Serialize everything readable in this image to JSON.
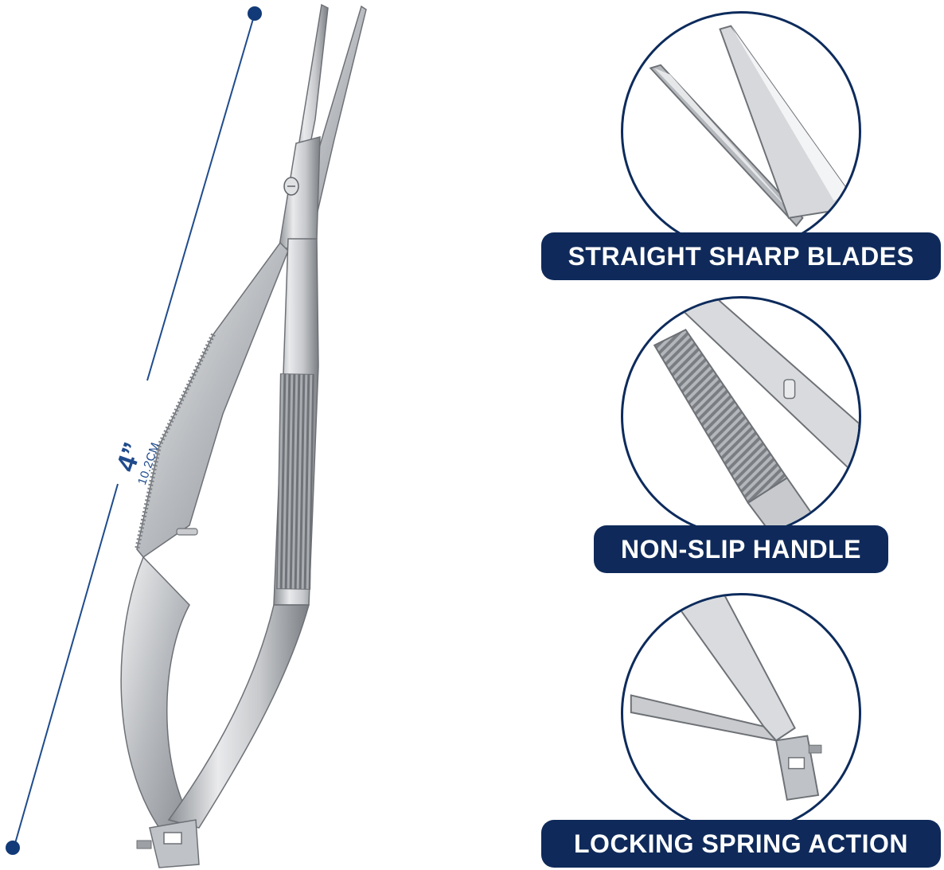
{
  "measurement": {
    "inches": "4”",
    "centimeters": "10.2CM"
  },
  "features": [
    {
      "label": "STRAIGHT SHARP BLADES",
      "icon": "blade-tips-closeup"
    },
    {
      "label": "NON-SLIP HANDLE",
      "icon": "serrated-grip-closeup"
    },
    {
      "label": "LOCKING SPRING ACTION",
      "icon": "spring-lock-closeup"
    }
  ],
  "colors": {
    "navy": "#0f2a5a",
    "measure_blue": "#1f4b8c",
    "steel": "#b9bcc0"
  }
}
